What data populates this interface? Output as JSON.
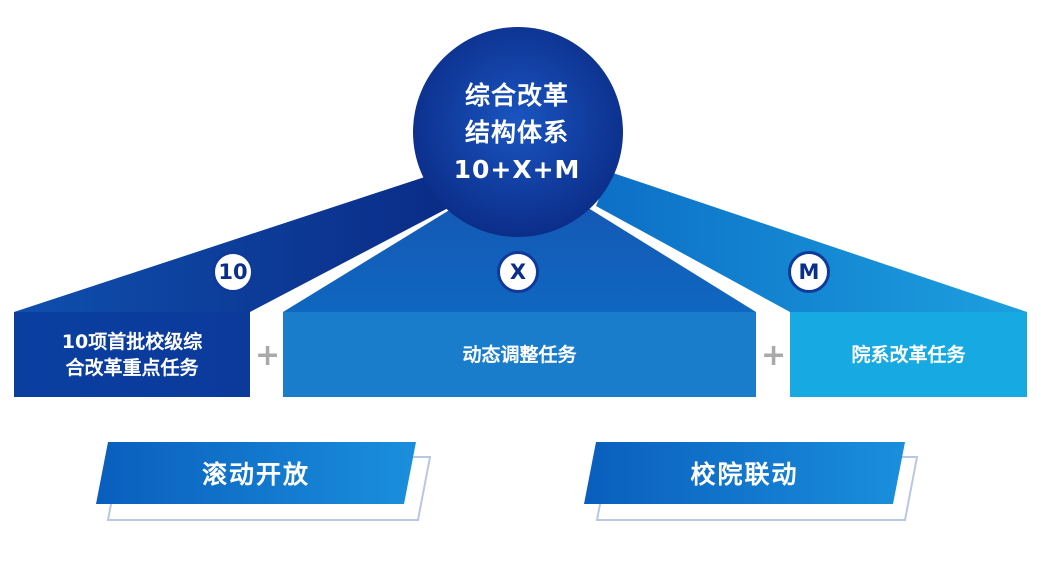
{
  "center": {
    "line1": "综合改革",
    "line2": "结构体系",
    "line3": "10+X+M"
  },
  "badges": {
    "left": "10",
    "middle": "X",
    "right": "M"
  },
  "boxes": {
    "left_line1": "10项首批校级综",
    "left_line2": "合改革重点任务",
    "middle": "动态调整任务",
    "right": "院系改革任务"
  },
  "plus_signs": {
    "left": "+",
    "right": "+"
  },
  "banners": {
    "left": "滚动开放",
    "right": "校院联动"
  },
  "colors": {
    "dark_navy": "#0b2f8d",
    "royal_blue": "#1565c0",
    "medium_blue": "#1a7fcb",
    "light_blue": "#17a9e1",
    "plus_gray": "#a9a9a9"
  }
}
